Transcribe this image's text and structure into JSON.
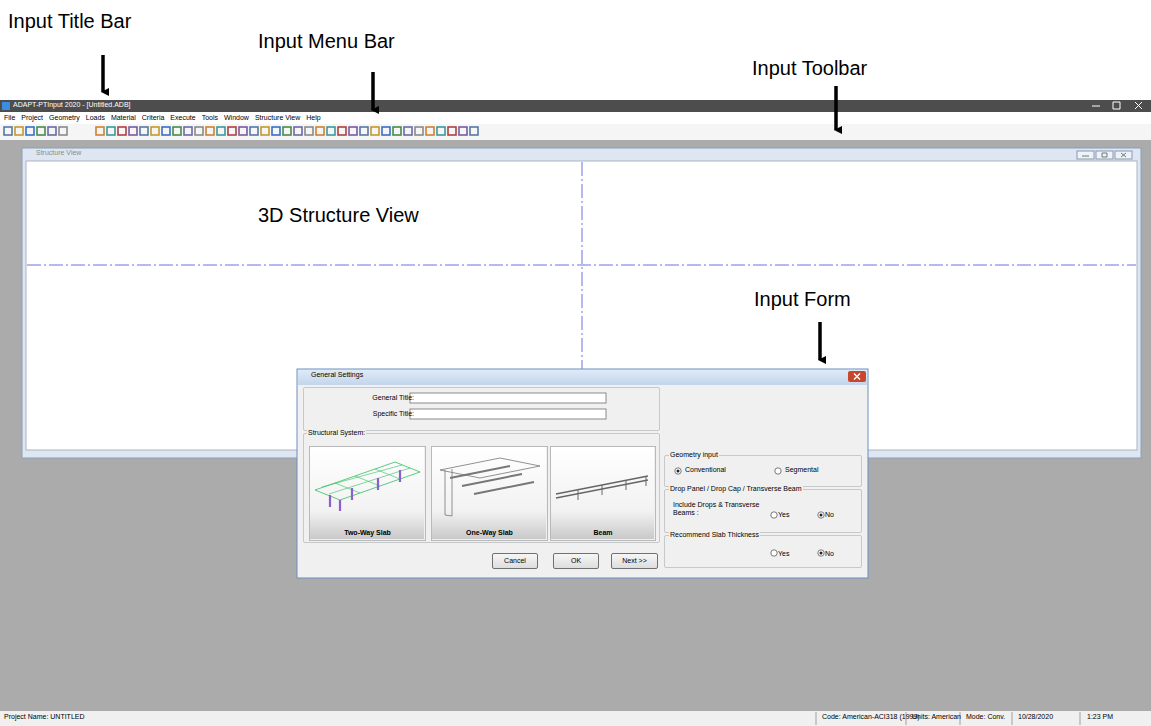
{
  "diagram": {
    "nodes": [
      {
        "text": [
          "Structure View"
        ]
      },
      {
        "text": [
          "General Settings"
        ]
      },
      {
        "text": [
          "General Title:",
          "Specific Title:"
        ],
        "in": 1
      },
      {
        "text": [
          "Structural System:"
        ],
        "in": 1
      },
      {
        "text": [
          "Two-Way Slab"
        ],
        "in": 3
      },
      {
        "text": [
          "One-Way Slab"
        ],
        "in": 3
      },
      {
        "text": [
          "Beam"
        ],
        "in": 3
      },
      {
        "text": [
          "Geometry input",
          "Conventional",
          "Segmental"
        ],
        "in": 1
      },
      {
        "text": [
          "Drop Panel / Drop Cap / Transverse Beam",
          "Include Drops & Transverse Beams :",
          "Yes",
          "No"
        ],
        "in": 1
      },
      {
        "text": [
          "Recommend Slab Thickness",
          "Yes",
          "No"
        ],
        "in": 1
      },
      {
        "text": [
          "Cancel"
        ],
        "in": 1
      },
      {
        "text": [
          "OK"
        ],
        "in": 1
      },
      {
        "text": [
          "Next >>"
        ],
        "in": 1
      }
    ],
    "labels": [
      "Input Title Bar",
      "Input Menu Bar",
      "Input Toolbar",
      "ADAPT-PTInput 2020 - [Untitled.ADB]",
      "File",
      "Project",
      "Geometry",
      "Loads",
      "Material",
      "Criteria",
      "Execute",
      "Tools",
      "Window",
      "Structure View",
      "Help",
      "3D Structure View",
      "Input Form",
      "Project Name: UNTITLED",
      "Code: American-ACI318 (1999)",
      "Units: American",
      "Mode: Conv.",
      "10/28/2020",
      "1:23 PM"
    ]
  }
}
